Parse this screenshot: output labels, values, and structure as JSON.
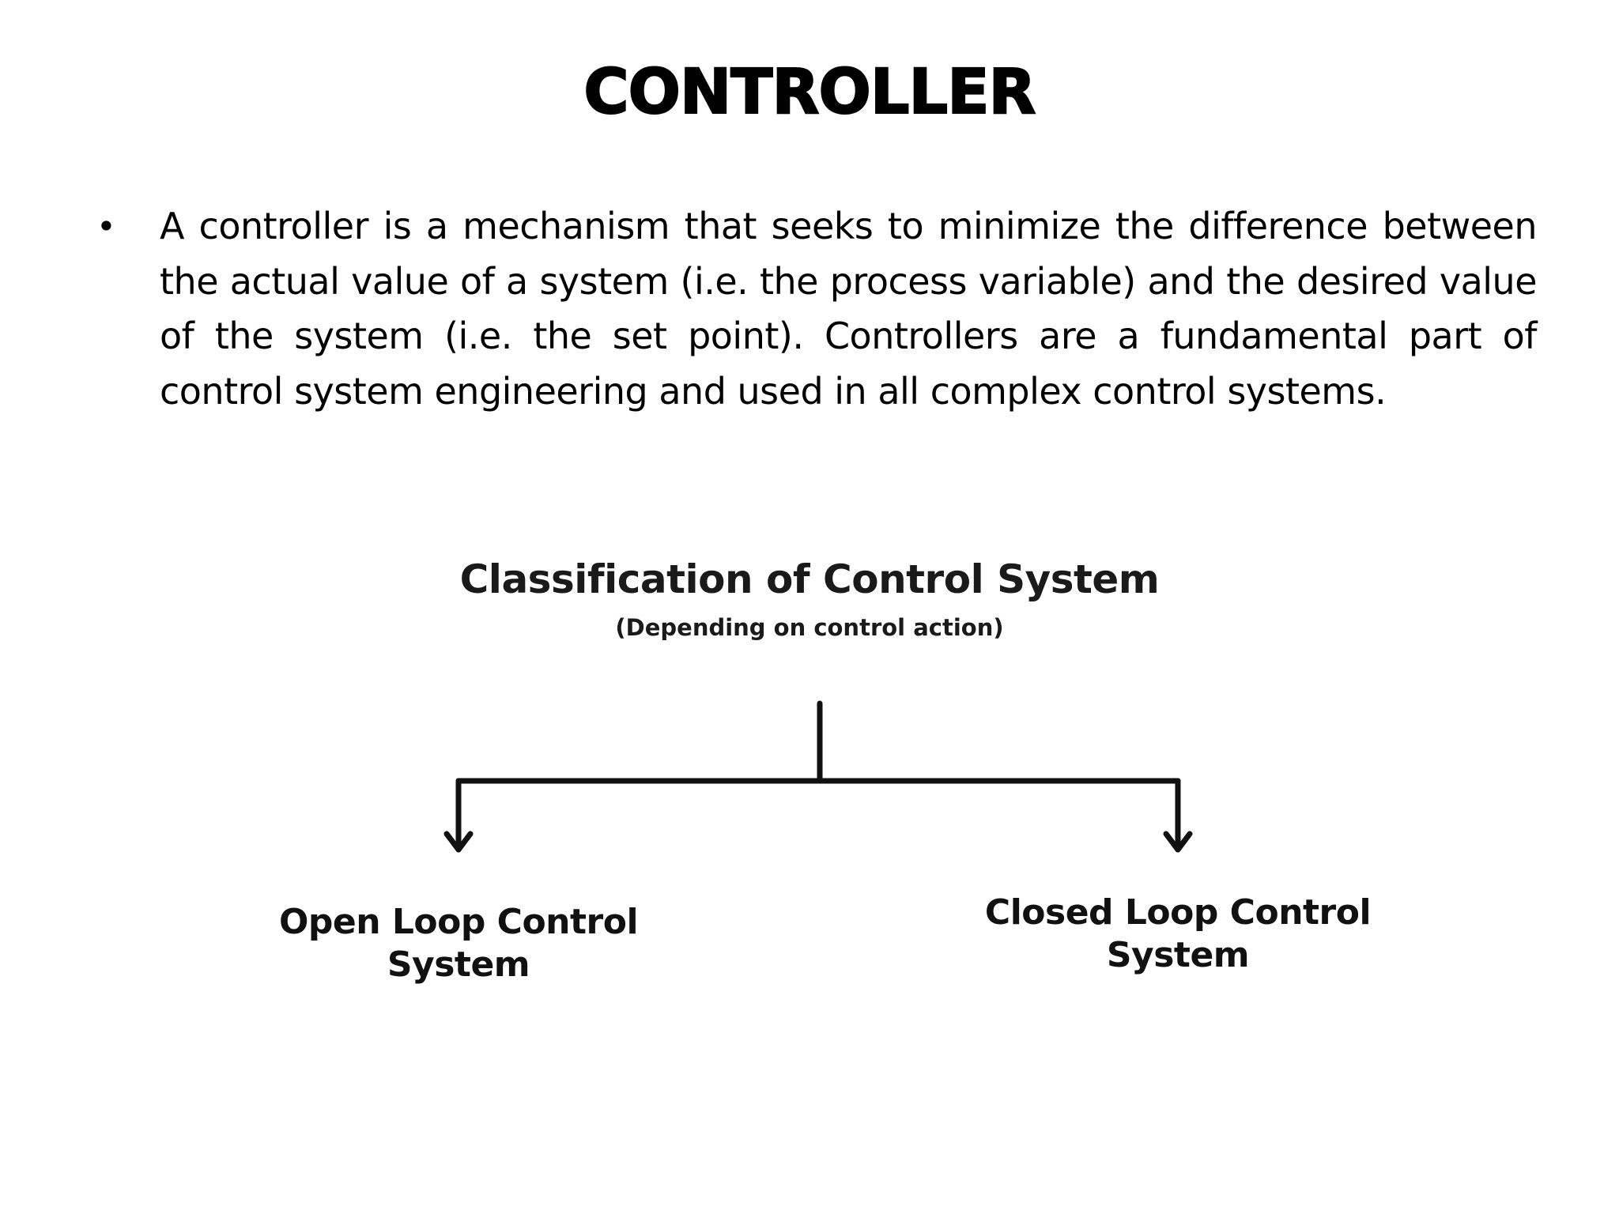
{
  "slide": {
    "title": "CONTROLLER",
    "bullets": [
      "A controller is a mechanism that seeks to minimize the difference between the actual value of a system (i.e. the process variable) and the desired value of the system (i.e. the set point). Controllers are a fundamental part of control system engineering and used in all complex control systems."
    ]
  },
  "diagram": {
    "title": "Classification of Control System",
    "subtitle": "(Depending on control action)",
    "branches": [
      {
        "line1": "Open Loop Control",
        "line2": "System"
      },
      {
        "line1": "Closed Loop Control",
        "line2": "System"
      }
    ]
  }
}
